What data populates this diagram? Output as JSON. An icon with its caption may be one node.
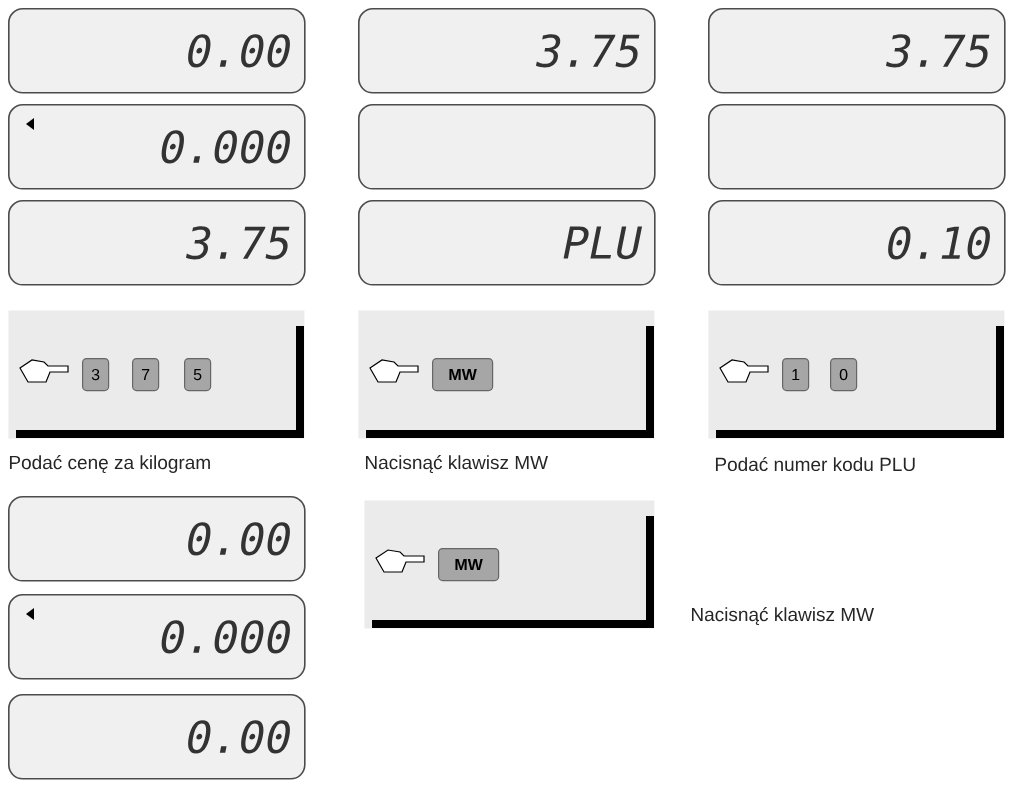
{
  "diagram": {
    "nodes": [
      {
        "text": [
          "0.00"
        ]
      },
      {
        "text": [
          "0.000"
        ]
      },
      {
        "text": [
          "3.75"
        ]
      },
      {
        "text": [],
        "shape": "box"
      },
      {
        "text": [
          "3"
        ],
        "in": 3
      },
      {
        "text": [
          "7"
        ],
        "in": 3
      },
      {
        "text": [
          "5"
        ],
        "in": 3
      },
      {
        "text": [
          "3.75"
        ]
      },
      {
        "text": [],
        "shape": "box"
      },
      {
        "text": [
          "PLU"
        ]
      },
      {
        "text": [],
        "shape": "box"
      },
      {
        "text": [
          "MW"
        ],
        "in": 10
      },
      {
        "text": [
          "3.75"
        ]
      },
      {
        "text": [],
        "shape": "box"
      },
      {
        "text": [
          "0.10"
        ]
      },
      {
        "text": [],
        "shape": "box"
      },
      {
        "text": [
          "1"
        ],
        "in": 15
      },
      {
        "text": [
          "0"
        ],
        "in": 15
      },
      {
        "text": [
          "0.00"
        ]
      },
      {
        "text": [
          "0.000"
        ]
      },
      {
        "text": [
          "0.00"
        ]
      },
      {
        "text": [],
        "shape": "box"
      },
      {
        "text": [
          "MW"
        ],
        "in": 21
      }
    ],
    "labels": [
      "Podać cenę za kilogram",
      "Nacisnąć klawisz MW",
      "Podać numer kodu PLU",
      "Nacisnąć klawisz MW"
    ]
  }
}
